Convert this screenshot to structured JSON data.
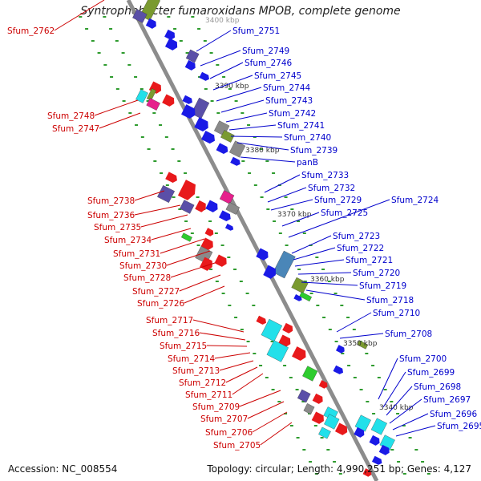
{
  "title": "Syntrophobacter fumaroxidans MPOB, complete genome",
  "accession": "Accession: NC_008554",
  "topology": "Topology: circular; Length: 4,990,251 bp; Genes: 4,127",
  "kbp_ticks": [
    "3400 kbp",
    "3390 kbp",
    "3380 kbp",
    "3370 kbp",
    "3360 kbp",
    "3350 kbp",
    "3340 kbp"
  ],
  "left_labels": [
    "Sfum_2762",
    "Sfum_2748",
    "Sfum_2747",
    "Sfum_2738",
    "Sfum_2736",
    "Sfum_2735",
    "Sfum_2734",
    "Sfum_2731",
    "Sfum_2730",
    "Sfum_2728",
    "Sfum_2727",
    "Sfum_2726",
    "Sfum_2717",
    "Sfum_2716",
    "Sfum_2715",
    "Sfum_2714",
    "Sfum_2713",
    "Sfum_2712",
    "Sfum_2711",
    "Sfum_2709",
    "Sfum_2707",
    "Sfum_2706",
    "Sfum_2705"
  ],
  "right_labels": [
    "Sfum_2751",
    "Sfum_2749",
    "Sfum_2746",
    "Sfum_2745",
    "Sfum_2744",
    "Sfum_2743",
    "Sfum_2742",
    "Sfum_2741",
    "Sfum_2740",
    "Sfum_2739",
    "panB",
    "Sfum_2733",
    "Sfum_2732",
    "Sfum_2729",
    "Sfum_2724",
    "Sfum_2725",
    "Sfum_2723",
    "Sfum_2722",
    "Sfum_2721",
    "Sfum_2720",
    "Sfum_2719",
    "Sfum_2718",
    "Sfum_2710",
    "Sfum_2708",
    "Sfum_2700",
    "Sfum_2699",
    "Sfum_2698",
    "Sfum_2697",
    "Sfum_2696",
    "Sfum_2695"
  ],
  "colors": {
    "backbone": "#8c8c8c",
    "left_label": "#cc0000",
    "right_label": "#0000cc",
    "ticks": "#2e9b2e",
    "feature_red": "#e8191b",
    "feature_blue": "#1a1ae6",
    "feature_cyan": "#22e0ea",
    "feature_purple": "#5a4fa8",
    "feature_magenta": "#e6208c",
    "feature_olive": "#7a9a30",
    "feature_steel": "#4a86b8",
    "feature_gray": "#8a8a8a",
    "feature_green": "#2ecc2e"
  }
}
